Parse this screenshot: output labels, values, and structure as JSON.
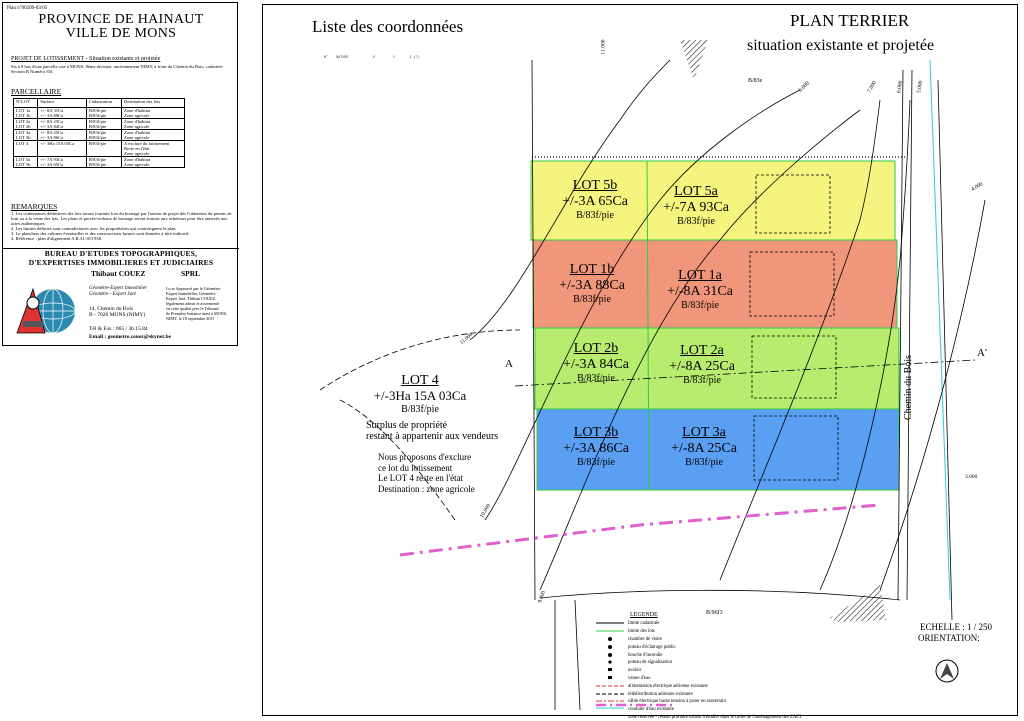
{
  "info_panel": {
    "reference": "Plan n°00209-03/05",
    "province": "PROVINCE DE HAINAUT",
    "ville": "VILLE DE MONS",
    "projet_title": "PROJET DE LOTISSEMENT - Situation existante et projetée",
    "projet_desc": "Sis à 8 lots d'une parcelle sise à MONS, 8ème division, anciennement NIMY, à front du Chemin du Bois, cadastrée Section B Numéro 83f.",
    "parcellaire_heading": "PARCELLAIRE",
    "table_headers": [
      "N°LOT",
      "Surface",
      "Cadastration",
      "Destination des lots"
    ],
    "table_rows": [
      [
        "LOT 1a\nLOT 1b",
        "+/- 8A 31Ca\n+/- 3A 88Ca",
        "B/83f/pie\nB/83f/pie",
        "Zone d'habitat\nZone agricole"
      ],
      [
        "LOT 2a\nLOT 2b",
        "+/- 8A 25Ca\n+/- 3A 84Ca",
        "B/83f/pie\nB/83f/pie",
        "Zone d'habitat\nZone agricole"
      ],
      [
        "LOT 3a\nLOT 3b",
        "+/- 8A 25Ca\n+/- 3A 86Ca",
        "B/83f/pie\nB/83f/pie",
        "Zone d'habitat\nZone agricole"
      ],
      [
        "LOT 4",
        "+/- 3Ha 15A 03Ca",
        "B/83f/pie",
        "A exclure du lotissement\nReste en l'état\nZone agricole"
      ],
      [
        "LOT 5a\nLOT 5b",
        "+/- 7A 93Ca\n+/- 3A 65Ca",
        "B/83f/pie\nB/83f/pie",
        "Zone d'habitat\nZone agricole"
      ]
    ],
    "remarques_heading": "REMARQUES",
    "remarques": [
      "1. Les contenances définitives des lots seront fournies lors du bornage par l'auteur de projet dès l'obtention du permis de lotir ou à la vente des lots. Les plans et procès-verbaux de bornage seront fournis aux acheteurs pour être annexés aux actes authentiques.",
      "2. Les limites définies sont contradictoires avec les propriétaires qui contresignent le plan.",
      "3. Le planchers des cultures éventuelles et des constructions futures sont données à titre indicatif.",
      "4. Référence : plan d'alignement A.R.31/10/1938."
    ],
    "bureau": [
      "BUREAU D'ETUDES TOPOGRAPHIQUES,",
      "D'EXPERTISES IMMOBILIERES ET JUDICIAIRES"
    ],
    "person": "Thibaut COUEZ",
    "sprl": "SPRL",
    "titles": [
      "Géomètre-Expert Immobilier",
      "Géomètre - Expert Juré"
    ],
    "address": [
      "14, Chemin du Bois",
      "B - 7020 MONS (NIMY)"
    ],
    "phone": "Tél & Fax : 065 / 36.15.84",
    "email": "Email : geometre.couez@skynet.be",
    "declaration": [
      "Lu et Approuvé par le Géomètre",
      "Expert Immobilier, Géomètre",
      "Expert Juré, Thibaut COUEZ,",
      "légalement admis et assermenté",
      "en cette qualité près le Tribunal",
      "de Première Instance ainsi à MONS,",
      "NIMY, le 18 septembre 2011"
    ]
  },
  "plan": {
    "coord_title": "Liste des coordonnées",
    "coord_header": "N°    NATURE            X         Y       Z (?)",
    "title_1": "PLAN TERRIER",
    "title_2": "situation existante et projetée",
    "road_label": "Chemin du Bois",
    "section_a": "A",
    "section_a_prime": "A'",
    "parcel_83e": "B/83e",
    "parcel_96": "B/96f3",
    "echelle": "ECHELLE : 1 / 250",
    "orientation": "ORIENTATION:",
    "elevations": [
      "11.000",
      "8.000",
      "7.000",
      "6.000",
      "5.000",
      "4.000",
      "3.000",
      "10.000",
      "9.000",
      "11.000"
    ]
  },
  "lots": [
    {
      "name": "LOT 5b",
      "area": "+/-3A 65Ca",
      "ref": "B/83f/pie"
    },
    {
      "name": "LOT 5a",
      "area": "+/-7A 93Ca",
      "ref": "B/83f/pie"
    },
    {
      "name": "LOT 1b",
      "area": "+/-3A 88Ca",
      "ref": "B/83f/pie"
    },
    {
      "name": "LOT 1a",
      "area": "+/-8A 31Ca",
      "ref": "B/83f/pie"
    },
    {
      "name": "LOT 2b",
      "area": "+/-3A 84Ca",
      "ref": "B/83f/pie"
    },
    {
      "name": "LOT 2a",
      "area": "+/-8A 25Ca",
      "ref": "B/83f/pie"
    },
    {
      "name": "LOT 3b",
      "area": "+/-3A 86Ca",
      "ref": "B/83f/pie"
    },
    {
      "name": "LOT 3a",
      "area": "+/-8A 25Ca",
      "ref": "B/83f/pie"
    }
  ],
  "lot4": {
    "name": "LOT 4",
    "area": "+/-3Ha 15A 03Ca",
    "ref": "B/83f/pie",
    "desc": [
      "Surplus de propriété",
      "restant à appartenir aux vendeurs"
    ],
    "note": [
      "Nous proposons d'exclure",
      "ce lot du lotissement",
      "Le LOT 4 reste en l'état",
      "Destination : zone agricole"
    ]
  },
  "legend": {
    "title": "LEGENDE",
    "items": [
      "limite cadastrale",
      "limite des lots",
      "chambre de visite",
      "poteau d'éclairage public",
      "bouche d'incendie",
      "poteau de signalisation",
      "avaloir",
      "vanne d'eau",
      "alimentation électrique aérienne existante",
      "télédistribution aérienne existante",
      "câble électrique basse tension à poser en souterrain",
      "conduite d'eau existante",
      "zone réservée - réseau primaire urbain à étudier dans le cadre de l'aménagement des ZACI"
    ]
  },
  "colors": {
    "lot5": "#f4f57e",
    "lot1": "#f0967a",
    "lot2": "#b7ec6e",
    "lot3": "#5b9ff3",
    "border_green": "#2ecc40",
    "magenta": "#e060d0",
    "cyan": "#33c8e0"
  }
}
